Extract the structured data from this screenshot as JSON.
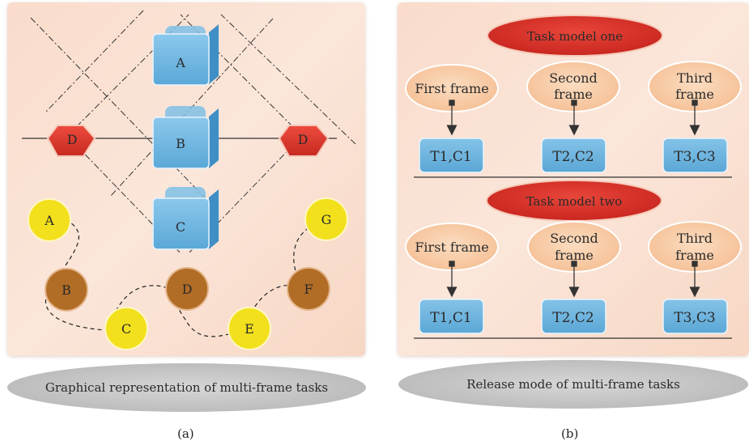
{
  "panel_a": {
    "cubes": [
      "A",
      "B",
      "C"
    ],
    "hexagons": [
      "D",
      "D"
    ],
    "path_nodes": [
      "A",
      "B",
      "C",
      "D",
      "E",
      "F",
      "G"
    ],
    "caption": "Graphical representation of multi-frame tasks",
    "sub_label": "(a)"
  },
  "panel_b": {
    "models": [
      {
        "title": "Task model one",
        "frames": [
          {
            "line1": "First frame",
            "line2": ""
          },
          {
            "line1": "Second",
            "line2": "frame"
          },
          {
            "line1": "Third",
            "line2": "frame"
          }
        ],
        "tasks": [
          "T1,C1",
          "T2,C2",
          "T3,C3"
        ]
      },
      {
        "title": "Task model two",
        "frames": [
          {
            "line1": "First frame",
            "line2": ""
          },
          {
            "line1": "Second",
            "line2": "frame"
          },
          {
            "line1": "Third",
            "line2": "frame"
          }
        ],
        "tasks": [
          "T1,C1",
          "T2,C2",
          "T3,C3"
        ]
      }
    ],
    "caption": "Release mode of multi-frame tasks",
    "sub_label": "(b)"
  },
  "colors": {
    "panel_bg": "#f9dccb",
    "cube_blue": "#6cb4de",
    "hexagon_red": "#e0392f",
    "node_yellow": "#f2e01c",
    "node_brown": "#b16c26",
    "frame_ellipse": "#f8c8a0",
    "title_red": "#d9302a",
    "task_blue": "#6ab4dc"
  }
}
